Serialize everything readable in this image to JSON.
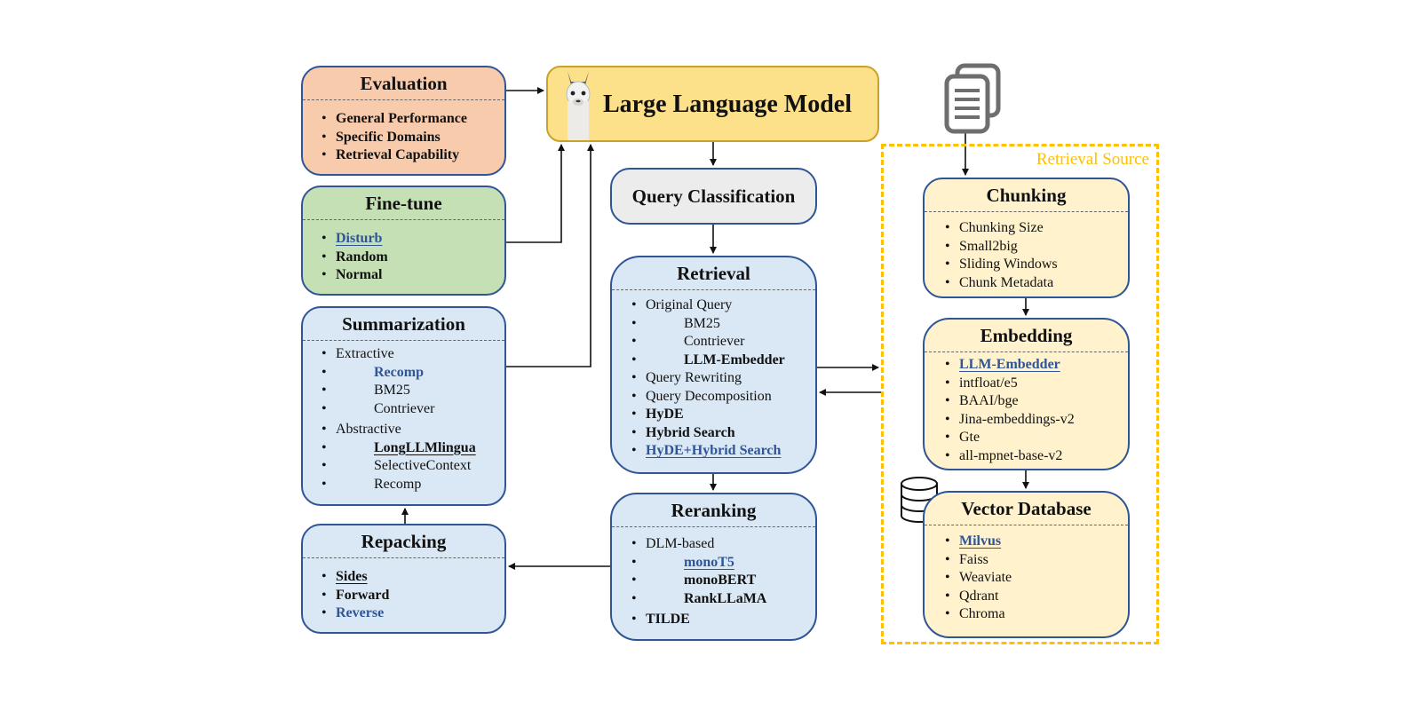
{
  "llm": {
    "title": "Large Language Model",
    "icon": "llama-icon"
  },
  "evaluation": {
    "title": "Evaluation",
    "items": [
      "General Performance",
      "Specific Domains",
      "Retrieval Capability"
    ]
  },
  "finetune": {
    "title": "Fine-tune",
    "items": [
      "Disturb",
      "Random",
      "Normal"
    ]
  },
  "summarization": {
    "title": "Summarization",
    "items": [
      "Extractive",
      "Recomp",
      "BM25",
      "Contriever",
      "Abstractive",
      "LongLLMlingua",
      "SelectiveContext",
      "Recomp"
    ]
  },
  "repacking": {
    "title": "Repacking",
    "items": [
      "Sides",
      "Forward",
      "Reverse"
    ]
  },
  "query_classification": {
    "title": "Query Classification"
  },
  "retrieval": {
    "title": "Retrieval",
    "items": [
      "Original Query",
      "BM25",
      "Contriever",
      "LLM-Embedder",
      "Query Rewriting",
      "Query Decomposition",
      "HyDE",
      "Hybrid Search",
      "HyDE+Hybrid Search"
    ]
  },
  "reranking": {
    "title": "Reranking",
    "items": [
      "DLM-based",
      "monoT5",
      "monoBERT",
      "RankLLaMA",
      "TILDE"
    ]
  },
  "retrieval_source": {
    "label": "Retrieval Source",
    "document_icon": "documents-icon",
    "database_icon": "database-icon"
  },
  "chunking": {
    "title": "Chunking",
    "items": [
      "Chunking Size",
      "Small2big",
      "Sliding Windows",
      "Chunk Metadata"
    ]
  },
  "embedding": {
    "title": "Embedding",
    "items": [
      "LLM-Embedder",
      "intfloat/e5",
      "BAAI/bge",
      "Jina-embeddings-v2",
      "Gte",
      "all-mpnet-base-v2"
    ]
  },
  "vector_database": {
    "title": "Vector Database",
    "items": [
      "Milvus",
      "Faiss",
      "Weaviate",
      "Qdrant",
      "Chroma"
    ]
  },
  "colors": {
    "evaluation_fill": "#f8cbad",
    "finetune_fill": "#c5e0b4",
    "module_fill_blue": "#dae8f5",
    "llm_fill": "#fde08a",
    "source_fill": "#fff2cc",
    "border_blue": "#2f5597",
    "retrieval_source_dash": "#ffc000",
    "highlight_blue": "#2f5597"
  }
}
